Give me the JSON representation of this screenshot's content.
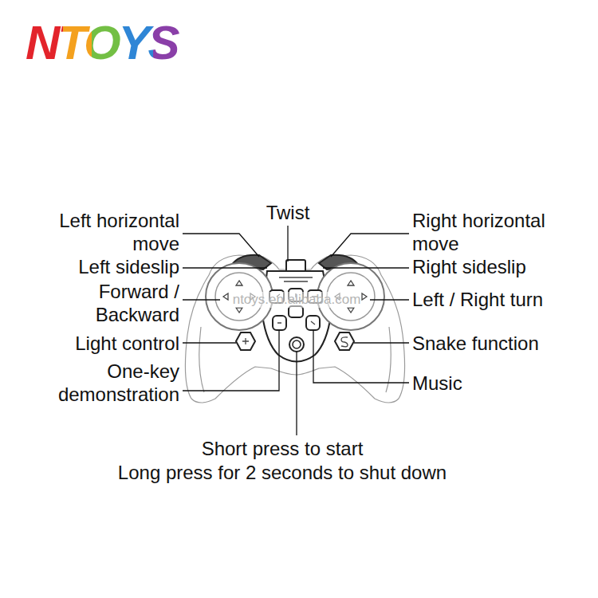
{
  "diagram": {
    "labels": [
      "NTOYS",
      "Twist",
      "Left horizontal move",
      "Right horizontal move",
      "Left sideslip",
      "Right sideslip",
      "Forward / Backward",
      "ntoys.en.alibaba.com",
      "Left / Right turn",
      "Light control",
      "Snake function",
      "One-key demonstration",
      "Music",
      "Short press to start",
      "Long press for 2 seconds to shut down"
    ]
  }
}
